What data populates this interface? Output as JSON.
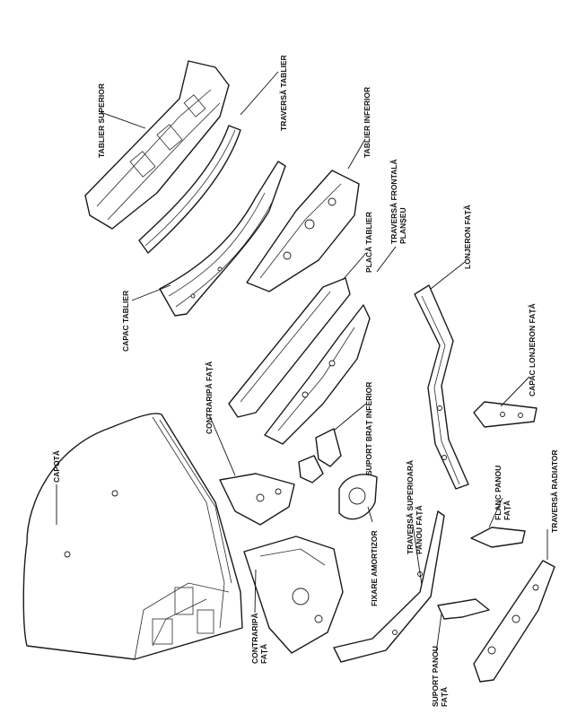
{
  "labels": {
    "capota": "CAPOTĂ",
    "tablier_superior": "TABLIER SUPERIOR",
    "traversa_tablier": "TRAVERSĂ TABLIER",
    "tablier_inferior": "TABLIER INFERIOR",
    "traversa_frontala_1": "TRAVERSĂ FRONTALĂ",
    "traversa_frontala_2": "PLANȘEU",
    "placa_tablier": "PLACĂ TABLIER",
    "capac_tablier": "CAPAC TABLIER",
    "lonjeron_fata": "LONJERON FAȚĂ",
    "capac_lonjeron_fata": "CAPAC LONJERON FAȚĂ",
    "contraripa_fata_top": "CONTRARIPĂ FAȚĂ",
    "suport_brat_inferior": "SUPORT BRAȚ INFERIOR",
    "flanc_panou_1": "FLANC PANOU",
    "flanc_panou_2": "FAȚĂ",
    "traversa_radiator": "TRAVERSĂ RADIATOR",
    "traversa_superioara_1": "TRAVERSĂ SUPERIOARĂ",
    "traversa_superioara_2": "PANOU FAȚĂ",
    "fixare_amortizor": "FIXARE AMORTIZOR",
    "contraripa_fata_bottom_1": "CONTRARIPĂ",
    "contraripa_fata_bottom_2": "FAȚĂ",
    "suport_panou_1": "SUPORT PANOU",
    "suport_panou_2": "FAȚĂ"
  }
}
